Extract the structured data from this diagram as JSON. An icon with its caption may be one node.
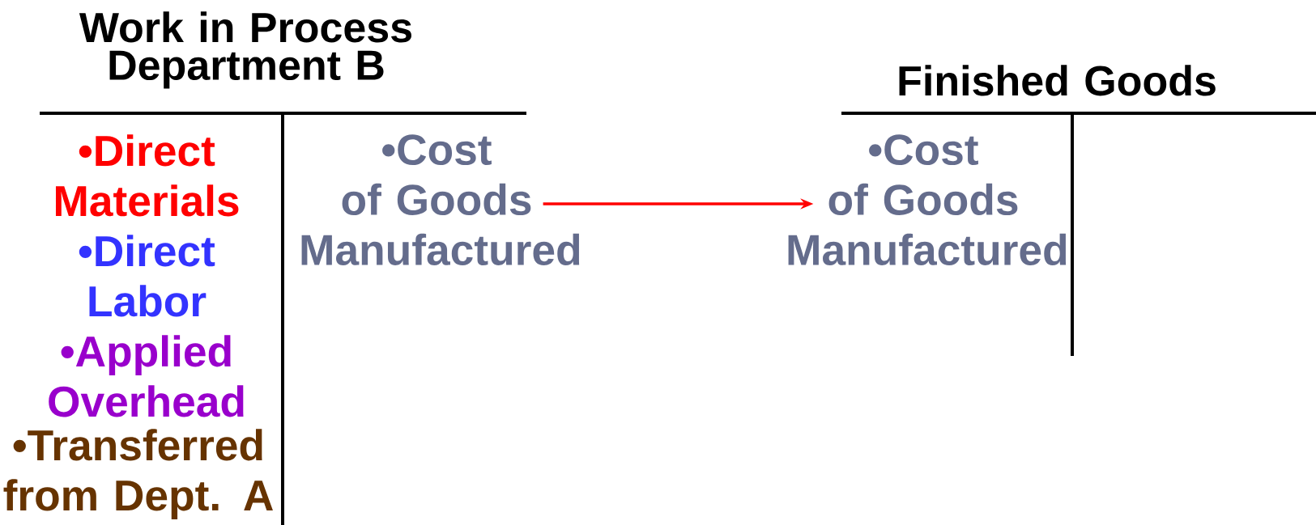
{
  "diagram": {
    "nodes": [
      {
        "text": [
          "•Cost of Goods Manufactured"
        ]
      },
      {
        "text": [
          "•Cost of Goods Manufactured"
        ]
      }
    ],
    "edges": [
      {
        "from": 0,
        "to": 1,
        "arrow": "to",
        "color": "#ff0000"
      }
    ],
    "labels": [
      "Work in Process Department B",
      "Finished Goods",
      "•Direct Materials",
      "•Direct Labor",
      "•Applied Overhead",
      "•Transferred from Dept. A"
    ]
  }
}
